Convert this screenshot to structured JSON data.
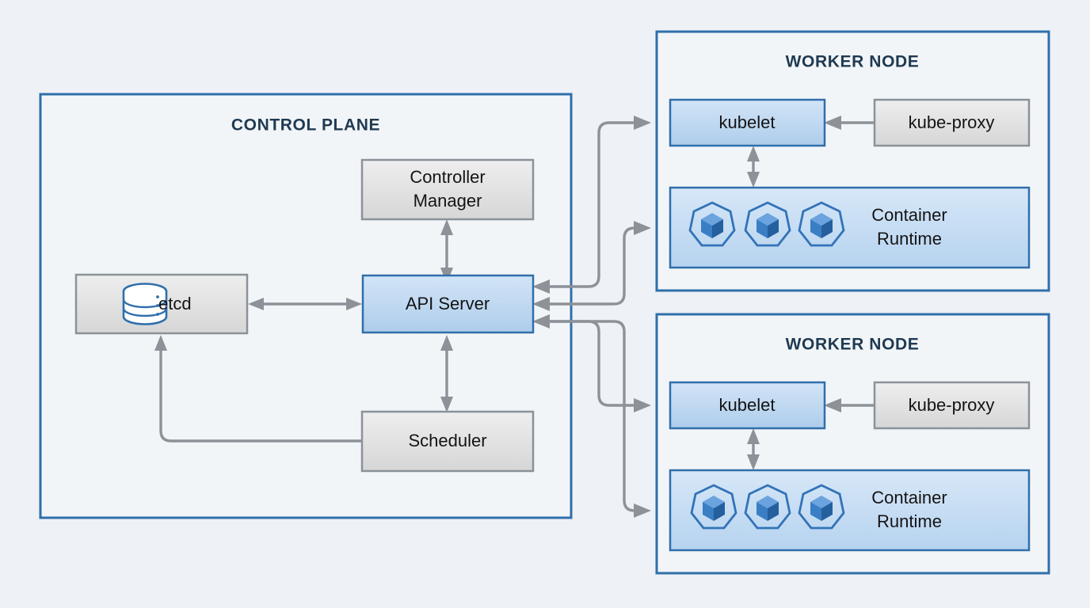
{
  "meta": {
    "diagram_title": "Kubernetes Cluster Architecture",
    "background_color": "#eef1f5",
    "accent_blue": "#2f6fab",
    "gray_border": "#8a9299",
    "connector_gray": "#8c9298",
    "title_color": "#1f3a52"
  },
  "control_plane": {
    "title": "CONTROL PLANE",
    "nodes": {
      "etcd": {
        "label": "etcd",
        "icon": "database-icon",
        "style": "gray"
      },
      "api_server": {
        "label": "API Server",
        "style": "blue"
      },
      "controller_manager": {
        "label_line1": "Controller",
        "label_line2": "Manager",
        "style": "gray"
      },
      "scheduler": {
        "label": "Scheduler",
        "style": "gray"
      }
    }
  },
  "worker_nodes": [
    {
      "title": "WORKER NODE",
      "kubelet": {
        "label": "kubelet",
        "style": "blue"
      },
      "kube_proxy": {
        "label": "kube-proxy",
        "style": "gray"
      },
      "container_runtime": {
        "label_line1": "Container",
        "label_line2": "Runtime",
        "style": "blue-light",
        "pods": [
          "pod-icon",
          "pod-icon",
          "pod-icon"
        ]
      }
    },
    {
      "title": "WORKER NODE",
      "kubelet": {
        "label": "kubelet",
        "style": "blue"
      },
      "kube_proxy": {
        "label": "kube-proxy",
        "style": "gray"
      },
      "container_runtime": {
        "label_line1": "Container",
        "label_line2": "Runtime",
        "style": "blue-light",
        "pods": [
          "pod-icon",
          "pod-icon",
          "pod-icon"
        ]
      }
    }
  ],
  "connections": [
    {
      "from": "etcd",
      "to": "api_server",
      "direction": "bidirectional"
    },
    {
      "from": "controller_manager",
      "to": "api_server",
      "direction": "bidirectional"
    },
    {
      "from": "scheduler",
      "to": "api_server",
      "direction": "bidirectional"
    },
    {
      "from": "scheduler",
      "to": "etcd",
      "direction": "to-etcd"
    },
    {
      "from": "api_server",
      "to": "worker1_kubelet",
      "direction": "forward"
    },
    {
      "from": "api_server",
      "to": "worker1_runtime",
      "direction": "forward"
    },
    {
      "from": "api_server",
      "to": "worker2_kubelet",
      "direction": "forward"
    },
    {
      "from": "api_server",
      "to": "worker2_runtime",
      "direction": "forward"
    },
    {
      "from": "kube_proxy",
      "to": "kubelet",
      "direction": "forward"
    },
    {
      "from": "kubelet",
      "to": "container_runtime",
      "direction": "bidirectional"
    }
  ]
}
